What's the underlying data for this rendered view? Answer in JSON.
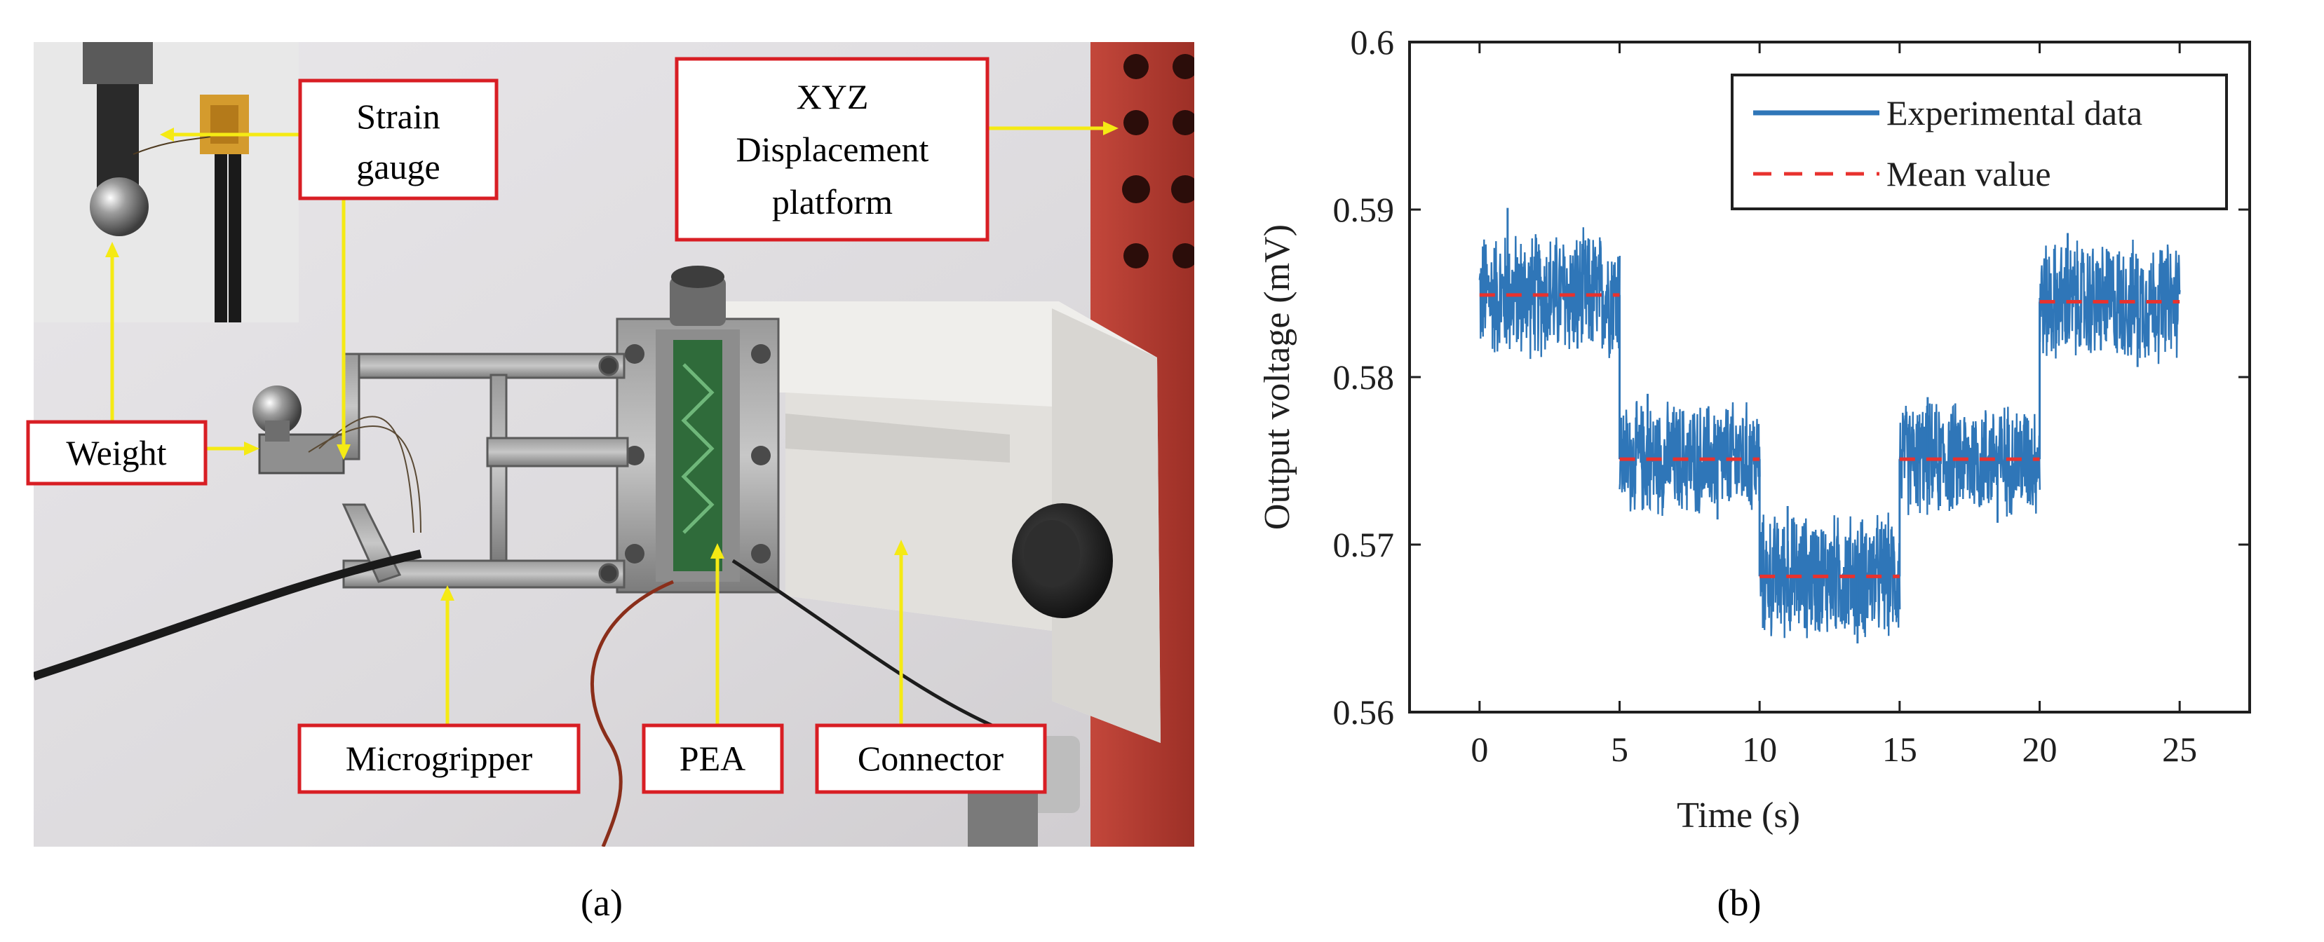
{
  "photo": {
    "labels": {
      "strain_gauge": [
        "Strain",
        "gauge"
      ],
      "xyz_platform": [
        "XYZ",
        "Displacement",
        "platform"
      ],
      "weight": "Weight",
      "microgripper": "Microgripper",
      "pea": "PEA",
      "connector": "Connector"
    },
    "label_border_color": "#d81e24",
    "arrow_color": "#f5ea14"
  },
  "captions": {
    "a": "(a)",
    "b": "(b)"
  },
  "chart_data": {
    "type": "line",
    "xlabel": "Time (s)",
    "ylabel": "Output voltage (mV)",
    "xlim": [
      -2.5,
      27.5
    ],
    "ylim": [
      0.56,
      0.6
    ],
    "xticks": [
      0,
      5,
      10,
      15,
      20,
      25
    ],
    "yticks": [
      0.56,
      0.57,
      0.58,
      0.59,
      0.6
    ],
    "xtick_labels": [
      "0",
      "5",
      "10",
      "15",
      "20",
      "25"
    ],
    "ytick_labels": [
      "0.56",
      "0.57",
      "0.58",
      "0.59",
      "0.6"
    ],
    "grid": false,
    "legend_position": "top-right",
    "series": [
      {
        "name": "Experimental data",
        "style": "solid",
        "color": "#2f76b8",
        "segments": [
          {
            "x": [
              0,
              5
            ],
            "mean": 0.5849,
            "range": [
              0.5817,
              0.5901
            ]
          },
          {
            "x": [
              5,
              10
            ],
            "mean": 0.5751,
            "range": [
              0.5715,
              0.579
            ]
          },
          {
            "x": [
              10,
              15
            ],
            "mean": 0.5681,
            "range": [
              0.5641,
              0.5723
            ]
          },
          {
            "x": [
              15,
              20
            ],
            "mean": 0.5751,
            "range": [
              0.5713,
              0.5788
            ]
          },
          {
            "x": [
              20,
              25
            ],
            "mean": 0.5845,
            "range": [
              0.5806,
              0.5886
            ]
          }
        ]
      },
      {
        "name": "Mean value",
        "style": "dashed",
        "color": "#e8322e",
        "segments": [
          {
            "x": [
              0,
              5
            ],
            "y": 0.5849
          },
          {
            "x": [
              5,
              10
            ],
            "y": 0.5751
          },
          {
            "x": [
              10,
              15
            ],
            "y": 0.5681
          },
          {
            "x": [
              15,
              20
            ],
            "y": 0.5751
          },
          {
            "x": [
              20,
              25
            ],
            "y": 0.5845
          }
        ]
      }
    ]
  }
}
